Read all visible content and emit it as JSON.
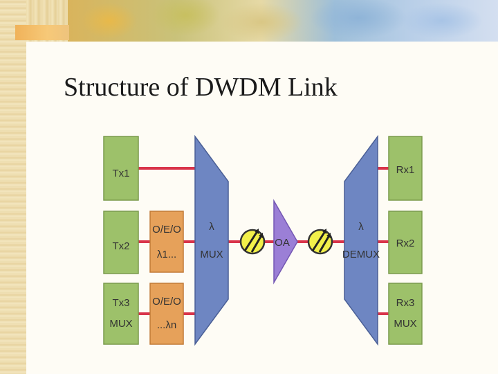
{
  "slide": {
    "title": "Structure of DWDM Link"
  },
  "diagram": {
    "tx": [
      {
        "line1": "Tx1",
        "line2": ""
      },
      {
        "line1": "Tx2",
        "line2": ""
      },
      {
        "line1": "Tx3",
        "line2": "MUX"
      }
    ],
    "oeo": [
      {
        "line1": "O/E/O",
        "line2": "λ1..."
      },
      {
        "line1": "O/E/O",
        "line2": "...λn"
      }
    ],
    "mux": {
      "symbol": "λ",
      "label": "MUX"
    },
    "amplifier": {
      "label": "OA"
    },
    "demux": {
      "symbol": "λ",
      "label": "DEMUX"
    },
    "rx": [
      {
        "line1": "Rx1",
        "line2": ""
      },
      {
        "line1": "Rx2",
        "line2": ""
      },
      {
        "line1": "Rx3",
        "line2": "MUX"
      }
    ],
    "colors": {
      "box_green": "#9dc16a",
      "box_orange": "#e6a15a",
      "mux_blue": "#6e86c2",
      "amp_purple": "#9b7fd6",
      "fiber_red": "#d9344a",
      "connector_yellow": "#f2f04a"
    }
  }
}
